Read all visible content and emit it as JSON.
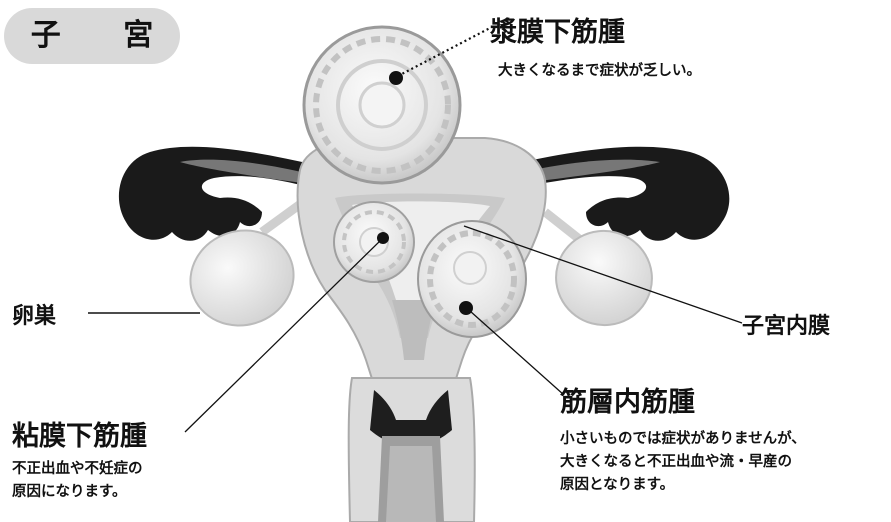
{
  "title": "子 宮",
  "labels": {
    "serosa": {
      "name": "漿膜下筋腫",
      "desc": "大きくなるまで症状が乏しい。"
    },
    "ovary": {
      "name": "卵巣"
    },
    "endometrium": {
      "name": "子宮内膜"
    },
    "intramural": {
      "name": "筋層内筋腫",
      "desc_lines": [
        "小さいものでは症状がありませんが、",
        "大きくなると不正出血や流・早産の",
        "原因となります。"
      ]
    },
    "submucosa": {
      "name": "粘膜下筋腫",
      "desc_lines": [
        "不正出血や不妊症の",
        "原因になります。"
      ]
    }
  },
  "colors": {
    "badge": "#d9d9d9",
    "tube": "#1a1a1a",
    "tissue": "#dcdcdc",
    "fibroid": "#ececec"
  }
}
